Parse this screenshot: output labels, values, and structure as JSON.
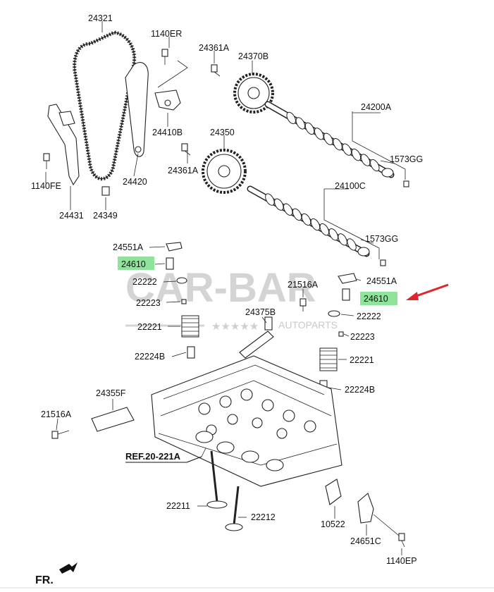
{
  "colors": {
    "highlight": "#8fe39a",
    "arrow": "#e0262b",
    "watermark": "#c9c9c9"
  },
  "watermark": {
    "main": "CAR-BAR",
    "sub": "AUTOPARTS"
  },
  "orientation_label": "FR.",
  "reference_label": "REF.20-221A",
  "labels": {
    "l24321": "24321",
    "l1140ER": "1140ER",
    "l24361A_top": "24361A",
    "l24370B": "24370B",
    "l24410B": "24410B",
    "l24200A": "24200A",
    "l24350": "24350",
    "l24361A_mid": "24361A",
    "l1573GG_a": "1573GG",
    "l1140FE": "1140FE",
    "l24420": "24420",
    "l24100C": "24100C",
    "l24431": "24431",
    "l24349": "24349",
    "l1573GG_b": "1573GG",
    "l24551A_left": "24551A",
    "l24610_left": "24610",
    "l24551A_right": "24551A",
    "l22222_left": "22222",
    "l21516A_top": "21516A",
    "l24610_right": "24610",
    "l22223_left": "22223",
    "l22222_right": "22222",
    "l24375B": "24375B",
    "l22221_left": "22221",
    "l22223_right": "22223",
    "l22224B_left": "22224B",
    "l22221_right": "22221",
    "l24355F": "24355F",
    "l22224B_right": "22224B",
    "l21516A_bottom": "21516A",
    "l22211": "22211",
    "l10522": "10522",
    "l22212": "22212",
    "l24651C": "24651C",
    "l1140EP": "1140EP"
  }
}
